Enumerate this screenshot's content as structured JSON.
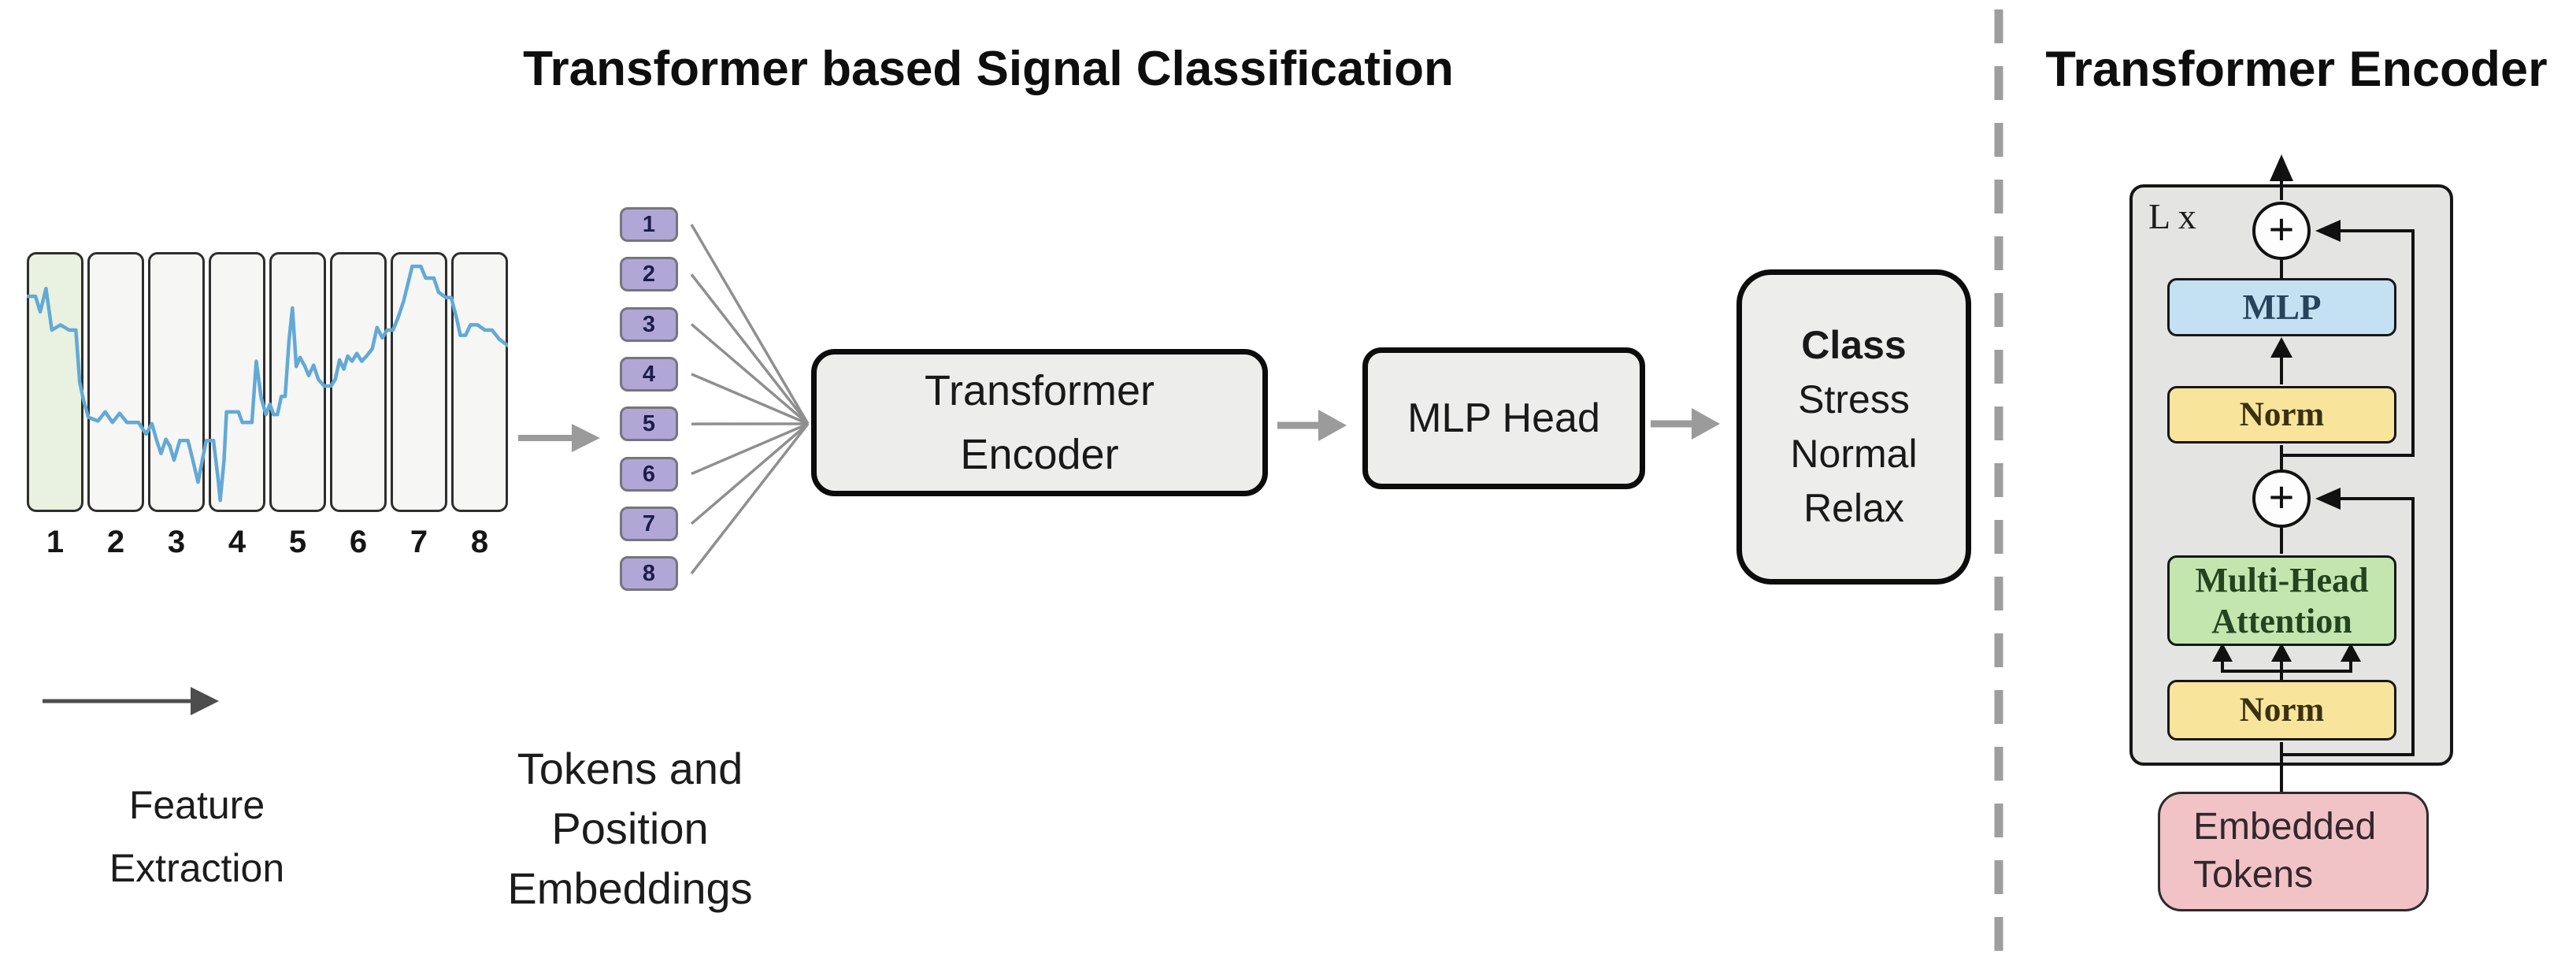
{
  "main_title": "Transformer based Signal Classification",
  "right_title": "Transformer Encoder",
  "feature_extraction": {
    "line1": "Feature",
    "line2": "Extraction"
  },
  "signal_chart": {
    "type": "line",
    "segment_labels": [
      "1",
      "2",
      "3",
      "4",
      "5",
      "6",
      "7",
      "8"
    ],
    "highlighted_segment": "1",
    "signal_points": [
      [
        0.0,
        0.17
      ],
      [
        0.018,
        0.17
      ],
      [
        0.028,
        0.23
      ],
      [
        0.04,
        0.14
      ],
      [
        0.052,
        0.3
      ],
      [
        0.07,
        0.28
      ],
      [
        0.088,
        0.3
      ],
      [
        0.102,
        0.3
      ],
      [
        0.11,
        0.5
      ],
      [
        0.118,
        0.57
      ],
      [
        0.128,
        0.635
      ],
      [
        0.148,
        0.65
      ],
      [
        0.163,
        0.615
      ],
      [
        0.178,
        0.655
      ],
      [
        0.193,
        0.62
      ],
      [
        0.208,
        0.655
      ],
      [
        0.232,
        0.655
      ],
      [
        0.248,
        0.7
      ],
      [
        0.26,
        0.66
      ],
      [
        0.27,
        0.725
      ],
      [
        0.279,
        0.775
      ],
      [
        0.289,
        0.72
      ],
      [
        0.297,
        0.745
      ],
      [
        0.306,
        0.8
      ],
      [
        0.318,
        0.725
      ],
      [
        0.335,
        0.725
      ],
      [
        0.345,
        0.8
      ],
      [
        0.356,
        0.885
      ],
      [
        0.366,
        0.79
      ],
      [
        0.373,
        0.725
      ],
      [
        0.388,
        0.725
      ],
      [
        0.398,
        0.88
      ],
      [
        0.402,
        0.955
      ],
      [
        0.41,
        0.8
      ],
      [
        0.415,
        0.615
      ],
      [
        0.44,
        0.615
      ],
      [
        0.448,
        0.655
      ],
      [
        0.468,
        0.655
      ],
      [
        0.477,
        0.42
      ],
      [
        0.487,
        0.56
      ],
      [
        0.497,
        0.625
      ],
      [
        0.505,
        0.585
      ],
      [
        0.513,
        0.625
      ],
      [
        0.521,
        0.625
      ],
      [
        0.529,
        0.555
      ],
      [
        0.537,
        0.555
      ],
      [
        0.545,
        0.34
      ],
      [
        0.552,
        0.215
      ],
      [
        0.56,
        0.44
      ],
      [
        0.568,
        0.405
      ],
      [
        0.578,
        0.44
      ],
      [
        0.586,
        0.475
      ],
      [
        0.596,
        0.435
      ],
      [
        0.606,
        0.49
      ],
      [
        0.618,
        0.515
      ],
      [
        0.632,
        0.515
      ],
      [
        0.641,
        0.49
      ],
      [
        0.65,
        0.415
      ],
      [
        0.659,
        0.45
      ],
      [
        0.667,
        0.4
      ],
      [
        0.676,
        0.42
      ],
      [
        0.686,
        0.39
      ],
      [
        0.696,
        0.42
      ],
      [
        0.706,
        0.4
      ],
      [
        0.718,
        0.372
      ],
      [
        0.728,
        0.29
      ],
      [
        0.739,
        0.33
      ],
      [
        0.749,
        0.3
      ],
      [
        0.761,
        0.3
      ],
      [
        0.771,
        0.255
      ],
      [
        0.783,
        0.19
      ],
      [
        0.793,
        0.115
      ],
      [
        0.801,
        0.055
      ],
      [
        0.819,
        0.055
      ],
      [
        0.829,
        0.1
      ],
      [
        0.846,
        0.1
      ],
      [
        0.856,
        0.155
      ],
      [
        0.871,
        0.175
      ],
      [
        0.882,
        0.175
      ],
      [
        0.894,
        0.26
      ],
      [
        0.901,
        0.32
      ],
      [
        0.912,
        0.32
      ],
      [
        0.922,
        0.28
      ],
      [
        0.937,
        0.28
      ],
      [
        0.952,
        0.3
      ],
      [
        0.967,
        0.3
      ],
      [
        0.982,
        0.335
      ],
      [
        1.0,
        0.36
      ]
    ]
  },
  "tokens": {
    "labels": [
      "1",
      "2",
      "3",
      "4",
      "5",
      "6",
      "7",
      "8"
    ],
    "caption_line1": "Tokens and",
    "caption_line2": "Position",
    "caption_line3": "Embeddings"
  },
  "pipeline": {
    "transformer_encoder_line1": "Transformer",
    "transformer_encoder_line2": "Encoder",
    "mlp_head": "MLP Head",
    "class_box": {
      "title": "Class",
      "class1": "Stress",
      "class2": "Normal",
      "class3": "Relax"
    }
  },
  "encoder_detail": {
    "loop_label": "L x",
    "plus": "+",
    "mlp": "MLP",
    "norm_top": "Norm",
    "mha_line1": "Multi-Head",
    "mha_line2": "Attention",
    "norm_bottom": "Norm",
    "embedded_line1": "Embedded",
    "embedded_line2": "Tokens"
  },
  "colors": {
    "token_fill": "#b1a7d6",
    "signal_blue": "#62a9d6",
    "segment_highlight_green": "#e9f1e0",
    "mlp_blue": "#c3e1f3",
    "norm_yellow": "#f9e49c",
    "attention_green": "#c3e6af",
    "embedded_pink": "#f1c3c6",
    "flow_arrow_gray": "#9b9b9b",
    "divider_gray": "#9e9e9e"
  }
}
